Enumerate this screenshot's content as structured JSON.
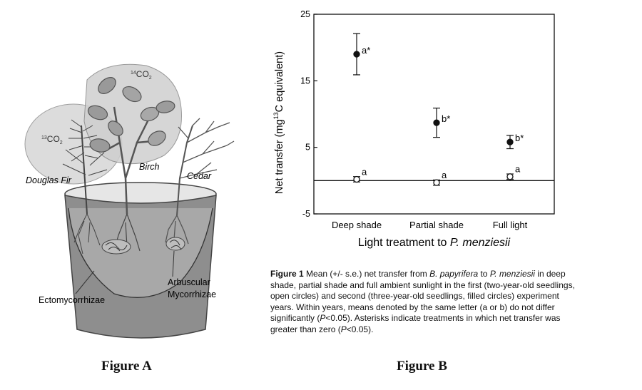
{
  "figure_a": {
    "label": "Figure A",
    "co2_13": {
      "sup": "13",
      "base": "CO",
      "sub": "2"
    },
    "co2_14": {
      "sup": "14",
      "base": "CO",
      "sub": "2"
    },
    "tree_douglas": "Douglas Fir",
    "tree_birch": "Birch",
    "tree_cedar": "Cedar",
    "label_ecto": "Ectomycorrhizae",
    "label_am_1": "Arbuscular",
    "label_am_2": "Mycorrhizae"
  },
  "figure_b": {
    "label": "Figure B",
    "caption": {
      "title": "Figure 1",
      "p1": " Mean (+/- s.e.) net transfer from ",
      "sp1": "B. papyrifera",
      "p2": " to ",
      "sp2": "P. menziesii",
      "p3": " in deep shade, partial shade and full ambient sunlight in the first (two-year-old seedlings, open circles) and second (three-year-old seedlings, filled circles) experiment years.  Within years, means denoted by the same letter (a or b) do not differ significantly (",
      "pv1": "P",
      "p4": "<0.05).  Asterisks indicate treatments in which net transfer was greater than zero (",
      "pv2": "P",
      "p5": "<0.05)."
    }
  },
  "chart_data": {
    "type": "scatter",
    "categories": [
      "Deep shade",
      "Partial shade",
      "Full light"
    ],
    "xlabel_prefix": "Light treatment to ",
    "xlabel_species": "P. menziesii",
    "ylabel_pre": "Net transfer (mg",
    "ylabel_sup": "13",
    "ylabel_post": "C equivalent)",
    "ylim": [
      -5,
      25
    ],
    "yticks": [
      -5,
      5,
      15,
      25
    ],
    "zero_line": 0,
    "grid": false,
    "series": [
      {
        "marker": "filled",
        "values": [
          19.0,
          8.7,
          5.8
        ],
        "errors": [
          3.1,
          2.2,
          1.0
        ],
        "labels": [
          "a*",
          "b*",
          "b*"
        ]
      },
      {
        "marker": "open",
        "values": [
          0.2,
          -0.3,
          0.6
        ],
        "errors": [
          0.4,
          0.4,
          0.4
        ],
        "labels": [
          "a",
          "a",
          "a"
        ]
      }
    ]
  }
}
